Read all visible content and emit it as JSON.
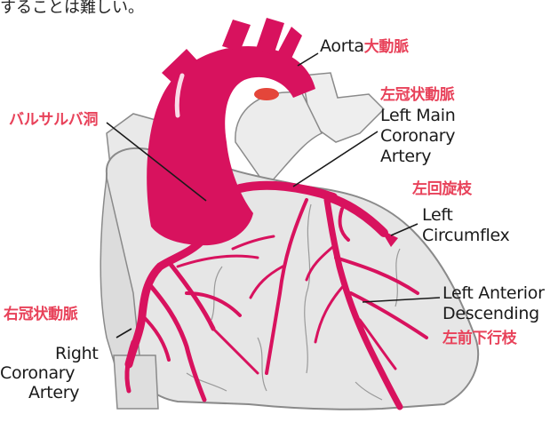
{
  "top_caption": "することは難しい。",
  "labels": {
    "aorta_en": "Aorta",
    "aorta_jp": "大動脈",
    "sinus_jp": "バルサルバ洞",
    "lmca_jp": "左冠状動脈",
    "lmca_line1": "Left Main",
    "lmca_line2": "Coronary",
    "lmca_line3": "Artery",
    "lcx_jp": "左回旋枝",
    "lcx_line1": "Left",
    "lcx_line2": "Circumflex",
    "lad_line1": "Left Anterior",
    "lad_line2": "Descending",
    "lad_jp": "左前下行枝",
    "rca_jp": "右冠状動脈",
    "rca_line1": "Right",
    "rca_line2": "Coronary",
    "rca_line3": "Artery"
  },
  "colors": {
    "artery": "#d8125e",
    "heart_fill": "#e6e6e6",
    "heart_stroke": "#8a8a8a",
    "accent_text": "#e8425a",
    "label_text": "#1a1a1a"
  }
}
